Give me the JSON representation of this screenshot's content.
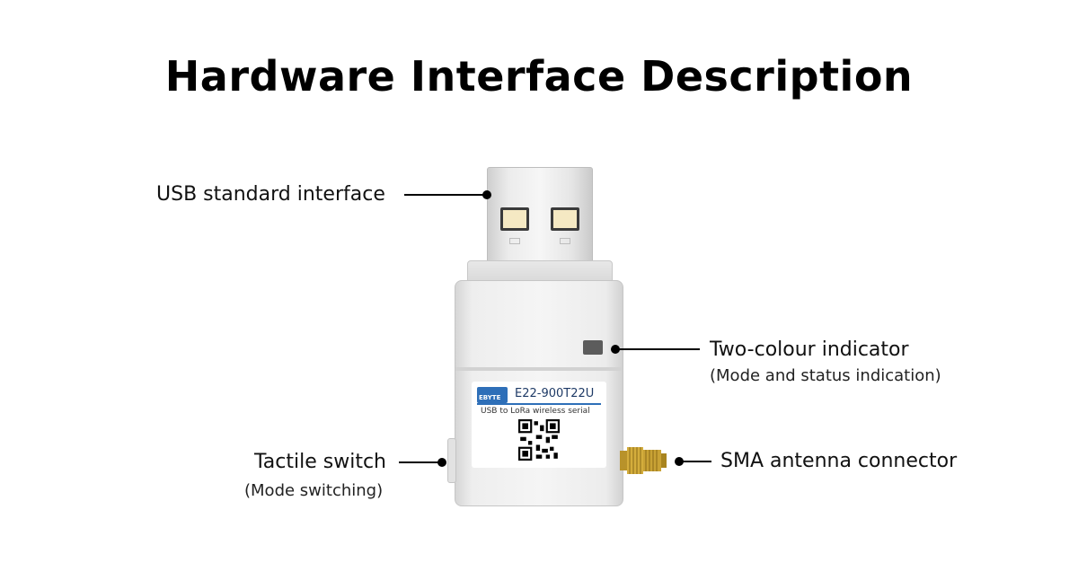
{
  "title": "Hardware Interface Description",
  "device": {
    "model": "E22-900T22U",
    "description": "USB to LoRa wireless serial",
    "brand": "EBYTE"
  },
  "callouts": {
    "usb": {
      "label": "USB standard interface"
    },
    "indicator": {
      "label": "Two-colour indicator",
      "sub": "(Mode and status indication)"
    },
    "switch": {
      "label": "Tactile switch",
      "sub": "(Mode switching)"
    },
    "sma": {
      "label": "SMA antenna connector"
    }
  },
  "colors": {
    "accent": "#2e6fb8",
    "led": "#5c5c5c",
    "connector": "#c9a235"
  }
}
